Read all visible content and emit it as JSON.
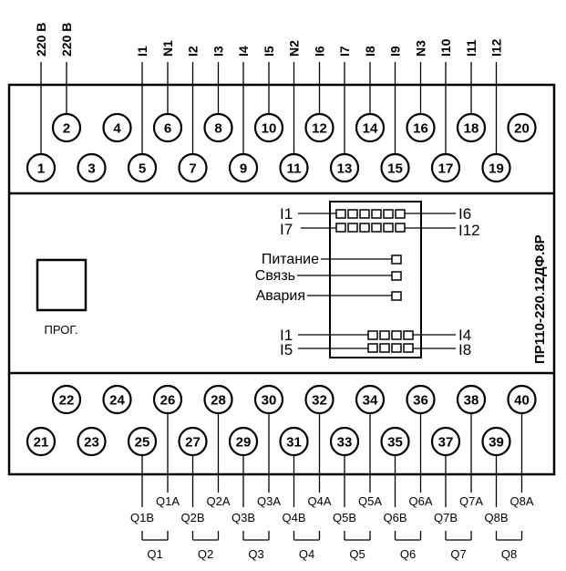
{
  "top_labels": [
    "220 В",
    "220 В",
    "I1",
    "N1",
    "I2",
    "I3",
    "I4",
    "I5",
    "N2",
    "I6",
    "I7",
    "I8",
    "I9",
    "N3",
    "I10",
    "I11",
    "I12"
  ],
  "top_terminals_upper": [
    "2",
    "4",
    "6",
    "8",
    "10",
    "12",
    "14",
    "16",
    "18",
    "20"
  ],
  "top_terminals_lower": [
    "1",
    "3",
    "5",
    "7",
    "9",
    "11",
    "13",
    "15",
    "17",
    "19"
  ],
  "bottom_terminals_upper": [
    "22",
    "24",
    "26",
    "28",
    "30",
    "32",
    "34",
    "36",
    "38",
    "40"
  ],
  "bottom_terminals_lower": [
    "21",
    "23",
    "25",
    "27",
    "29",
    "31",
    "33",
    "35",
    "37",
    "39"
  ],
  "output_groups": [
    {
      "b": "Q1B",
      "a": "Q1A",
      "q": "Q1"
    },
    {
      "b": "Q2B",
      "a": "Q2A",
      "q": "Q2"
    },
    {
      "b": "Q3B",
      "a": "Q3A",
      "q": "Q3"
    },
    {
      "b": "Q4B",
      "a": "Q4A",
      "q": "Q4"
    },
    {
      "b": "Q5B",
      "a": "Q5A",
      "q": "Q5"
    },
    {
      "b": "Q6B",
      "a": "Q6A",
      "q": "Q6"
    },
    {
      "b": "Q7B",
      "a": "Q7A",
      "q": "Q7"
    },
    {
      "b": "Q8B",
      "a": "Q8A",
      "q": "Q8"
    }
  ],
  "panel": {
    "model": "ПР110-220.12ДФ.8Р",
    "prog": "ПРОГ.",
    "top_row1_left": "I1",
    "top_row1_right": "I6",
    "top_row2_left": "I7",
    "top_row2_right": "I12",
    "status": [
      "Питание",
      "Связь",
      "Авария"
    ],
    "out_row1_left": "I1",
    "out_row1_right": "I4",
    "out_row2_left": "I5",
    "out_row2_right": "I8"
  }
}
